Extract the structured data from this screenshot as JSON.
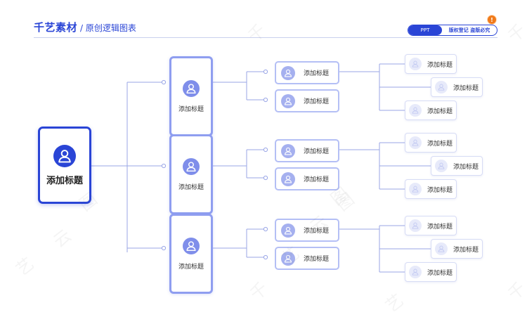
{
  "header": {
    "title": "千艺素材",
    "subtitle": "/ 原创逻辑图表",
    "pill_left": "PPT",
    "pill_right": "版权登记 盗版必究",
    "badge": "!"
  },
  "watermark": [
    "千",
    "艺",
    "云",
    "图"
  ],
  "tree": {
    "root": {
      "label": "添加标题",
      "icon": "user-icon"
    },
    "groups": [
      {
        "label": "添加标题",
        "children": [
          {
            "label": "添加标题",
            "leaves": [
              "添加标题",
              "添加标题",
              "添加标题"
            ]
          },
          {
            "label": "添加标题"
          }
        ]
      },
      {
        "label": "添加标题",
        "children": [
          {
            "label": "添加标题",
            "leaves": [
              "添加标题",
              "添加标题",
              "添加标题"
            ]
          },
          {
            "label": "添加标题"
          }
        ]
      },
      {
        "label": "添加标题",
        "children": [
          {
            "label": "添加标题",
            "leaves": [
              "添加标题",
              "添加标题",
              "添加标题"
            ]
          },
          {
            "label": "添加标题"
          }
        ]
      }
    ]
  },
  "colors": {
    "primary": "#2a45d6",
    "level1_border": "#8f9ef0",
    "level2_border": "#b4bff5",
    "level3_border": "#d7dcf5",
    "connector": "#9aa6e6"
  }
}
